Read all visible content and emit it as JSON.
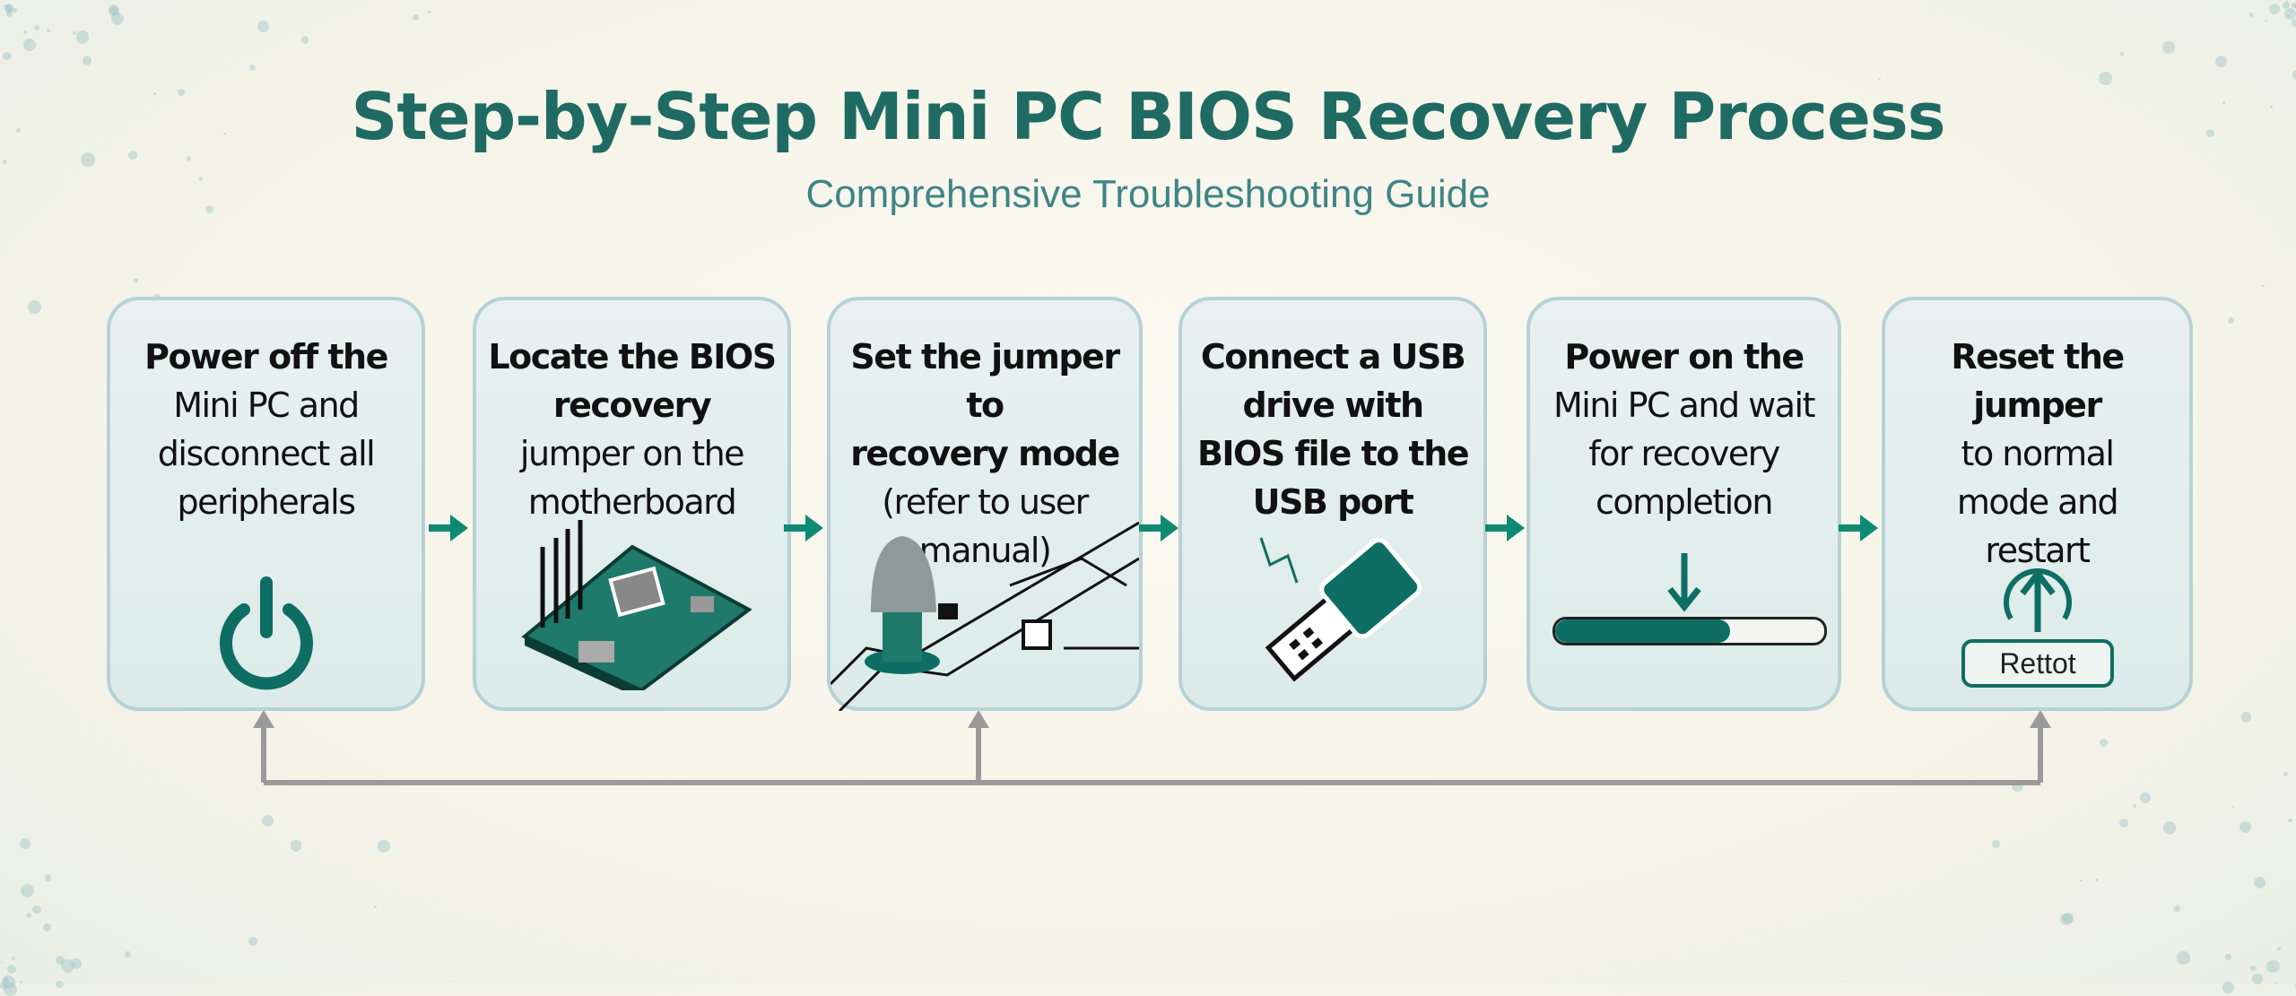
{
  "title": "Step-by-Step Mini PC BIOS Recovery Process",
  "subtitle": "Comprehensive Troubleshooting Guide",
  "colors": {
    "accent": "#1f6b63",
    "teal": "#0f6e64",
    "card_border": "#b7d2d4",
    "loop_line": "#9a9a9a"
  },
  "steps": [
    {
      "lines": [
        {
          "t": "Power off the",
          "b": true
        },
        {
          "t": "Mini PC and",
          "b": false
        },
        {
          "t": "disconnect all",
          "b": false
        },
        {
          "t": "peripherals",
          "b": false
        }
      ],
      "icon": "power-icon"
    },
    {
      "lines": [
        {
          "t": "Locate the BIOS",
          "b": true
        },
        {
          "t": "recovery",
          "b": true
        },
        {
          "t": "jumper on the",
          "b": false
        },
        {
          "t": "motherboard",
          "b": false
        }
      ],
      "icon": "motherboard-icon"
    },
    {
      "lines": [
        {
          "t": "Set the jumper to",
          "b": true
        },
        {
          "t": "recovery mode",
          "b": true
        },
        {
          "t": "(refer to user",
          "b": false
        },
        {
          "t": "manual)",
          "b": false
        }
      ],
      "icon": "jumper-icon"
    },
    {
      "lines": [
        {
          "t": "Connect a USB",
          "b": true
        },
        {
          "t": "drive with",
          "b": true
        },
        {
          "t": "BIOS file to the",
          "b": true
        },
        {
          "t": "USB port",
          "b": true
        }
      ],
      "icon": "usb-drive-icon"
    },
    {
      "lines": [
        {
          "t": "Power on the",
          "b": true
        },
        {
          "t": "Mini PC and wait",
          "b": false
        },
        {
          "t": "for recovery",
          "b": false
        },
        {
          "t": "completion",
          "b": false
        }
      ],
      "icon": "download-progress-icon",
      "progress": 0.65
    },
    {
      "lines": [
        {
          "t": "Reset the jumper",
          "b": true
        },
        {
          "t": "to normal",
          "b": false
        },
        {
          "t": "mode and",
          "b": false
        },
        {
          "t": "restart",
          "b": false
        }
      ],
      "icon": "restart-icon",
      "button_label": "Rettot"
    }
  ]
}
